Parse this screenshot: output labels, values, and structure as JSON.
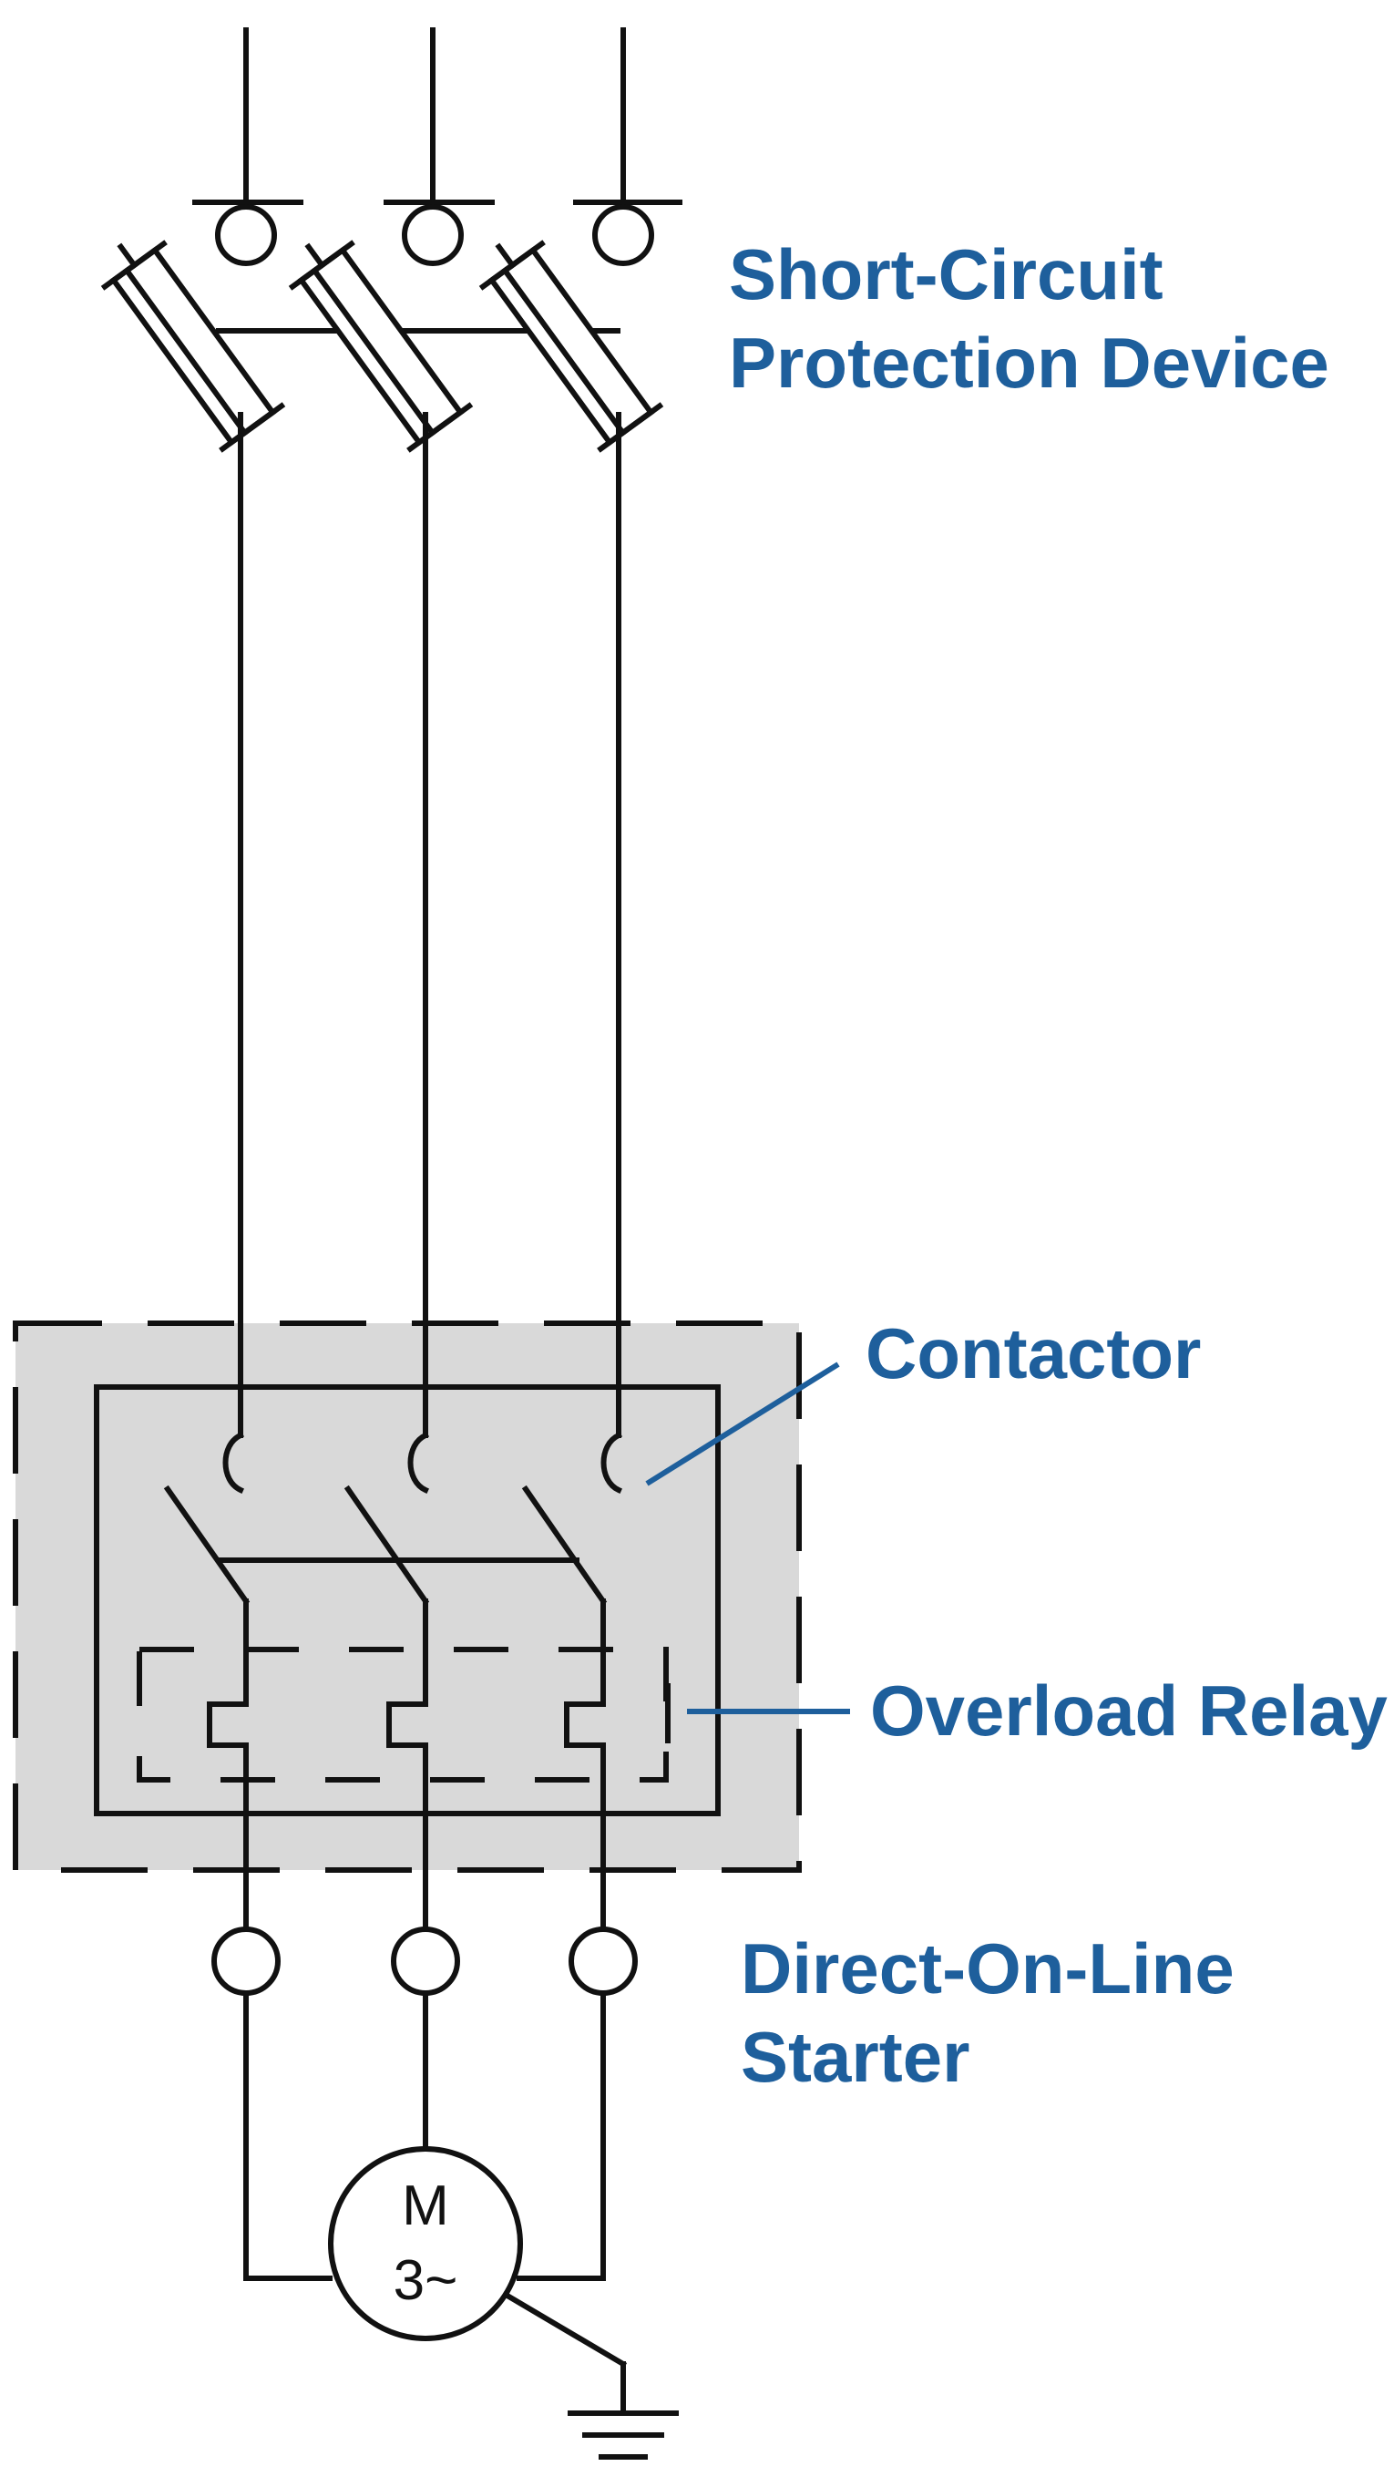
{
  "labels": {
    "scpd_line1": "Short-Circuit",
    "scpd_line2": "Protection Device",
    "contactor": "Contactor",
    "overload_relay": "Overload Relay",
    "dol_line1": "Direct-On-Line",
    "dol_line2": "Starter"
  },
  "motor": {
    "symbol": "M",
    "phases": "3~"
  },
  "colors": {
    "label": "#1e5f9c",
    "line": "#111111",
    "enclosure_fill": "#d9d9d9"
  }
}
